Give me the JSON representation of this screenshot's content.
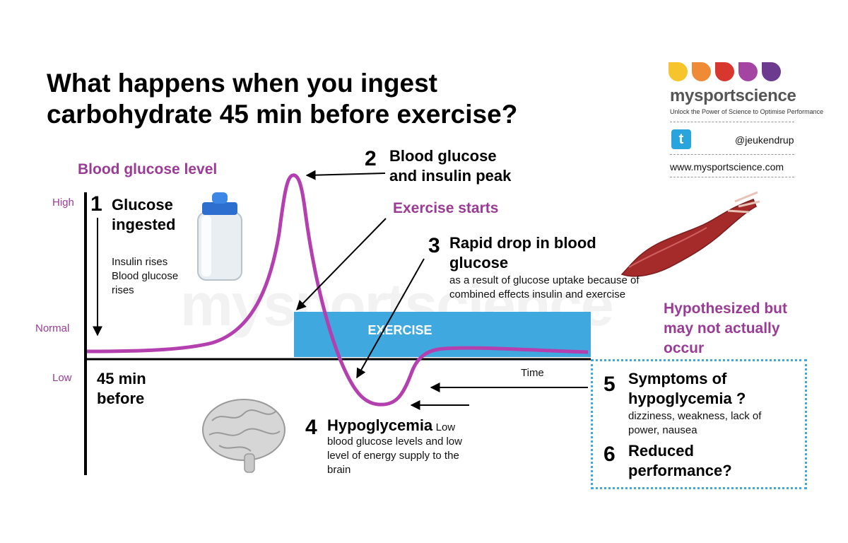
{
  "title": {
    "line1": "What happens when you ingest",
    "line2": "carbohydrate 45 min before exercise?"
  },
  "watermark": "mysportscience",
  "branding": {
    "drop_colors": [
      "#f6c52b",
      "#ef8a36",
      "#d8372e",
      "#a545a3",
      "#6c3a8f"
    ],
    "brand_name": "mysportscience",
    "tagline": "Unlock the Power of Science to Optimise Performance",
    "twitter_icon": "twitter-icon",
    "twitter_handle": "@jeukendrup",
    "website": "www.mysportscience.com"
  },
  "axis": {
    "y_title": "Blood glucose level",
    "high": "High",
    "normal": "Normal",
    "low": "Low",
    "time": "Time"
  },
  "start_label": {
    "line1": "45 min",
    "line2": "before"
  },
  "exercise_block": {
    "label": "EXERCISE"
  },
  "exercise_starts": "Exercise starts",
  "steps": {
    "s1": {
      "num": "1",
      "title_line1": "Glucose",
      "title_line2": "ingested",
      "desc_line1": "Insulin rises",
      "desc_line2": "Blood glucose",
      "desc_line3": "rises"
    },
    "s2": {
      "num": "2",
      "title_line1": "Blood glucose",
      "title_line2": "and insulin peak"
    },
    "s3": {
      "num": "3",
      "title_line1": "Rapid drop in blood",
      "title_line2": "glucose",
      "desc_line1": "as a result of glucose uptake because of",
      "desc_line2": "combined effects insulin and exercise"
    },
    "s4": {
      "num": "4",
      "title": "Hypoglycemia",
      "desc_inline": "Low",
      "desc_line1": "blood glucose levels and low",
      "desc_line2": "level of energy supply to the",
      "desc_line3": "brain"
    },
    "s5": {
      "num": "5",
      "title_line1": "Symptoms of",
      "title_line2": "hypoglycemia ?",
      "desc_line1": "dizziness, weakness, lack of",
      "desc_line2": "power, nausea"
    },
    "s6": {
      "num": "6",
      "title_line1": "Reduced",
      "title_line2": "performance?"
    }
  },
  "hypothesized": {
    "line1": "Hypothesized but",
    "line2": "may not actually",
    "line3": "occur"
  },
  "colors": {
    "curve": "#b43fae",
    "accent_purple": "#9a3b95",
    "exercise_blue": "#3fa9df"
  }
}
